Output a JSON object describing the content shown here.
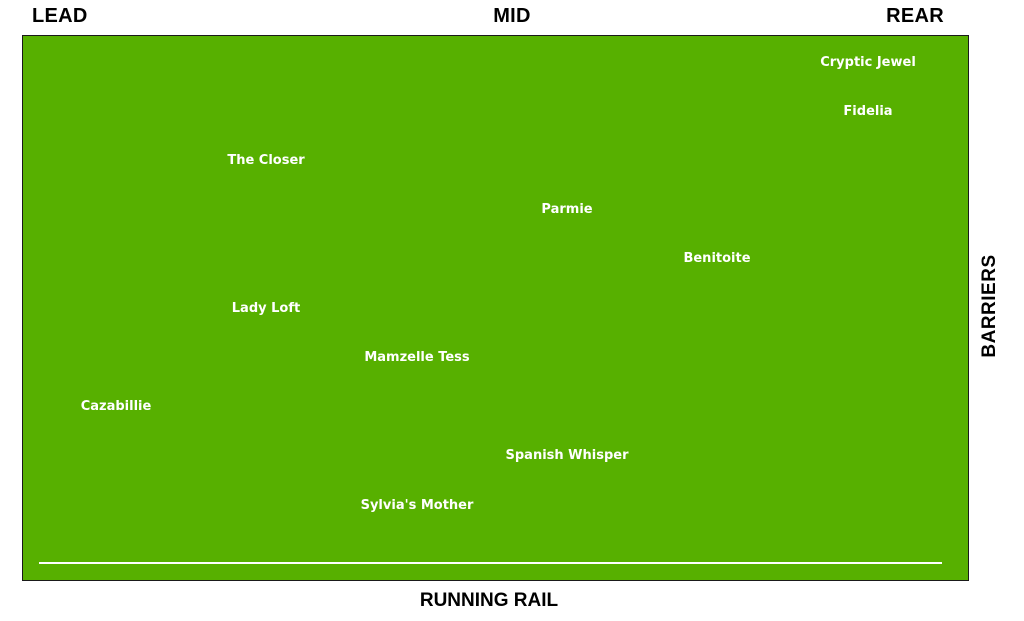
{
  "header": {
    "lead": "LEAD",
    "mid": "MID",
    "rear": "REAR"
  },
  "side_label": "BARRIERS",
  "bottom_label": "RUNNING RAIL",
  "colors": {
    "field": "#57b000",
    "rail": "#ffffff",
    "text": "#ffffff"
  },
  "horses": [
    {
      "name": "Cryptic Jewel"
    },
    {
      "name": "Fidelia"
    },
    {
      "name": "The Closer"
    },
    {
      "name": "Parmie"
    },
    {
      "name": "Benitoite"
    },
    {
      "name": "Lady Loft"
    },
    {
      "name": "Mamzelle Tess"
    },
    {
      "name": "Cazabillie"
    },
    {
      "name": "Spanish Whisper"
    },
    {
      "name": "Sylvia's Mother"
    }
  ]
}
